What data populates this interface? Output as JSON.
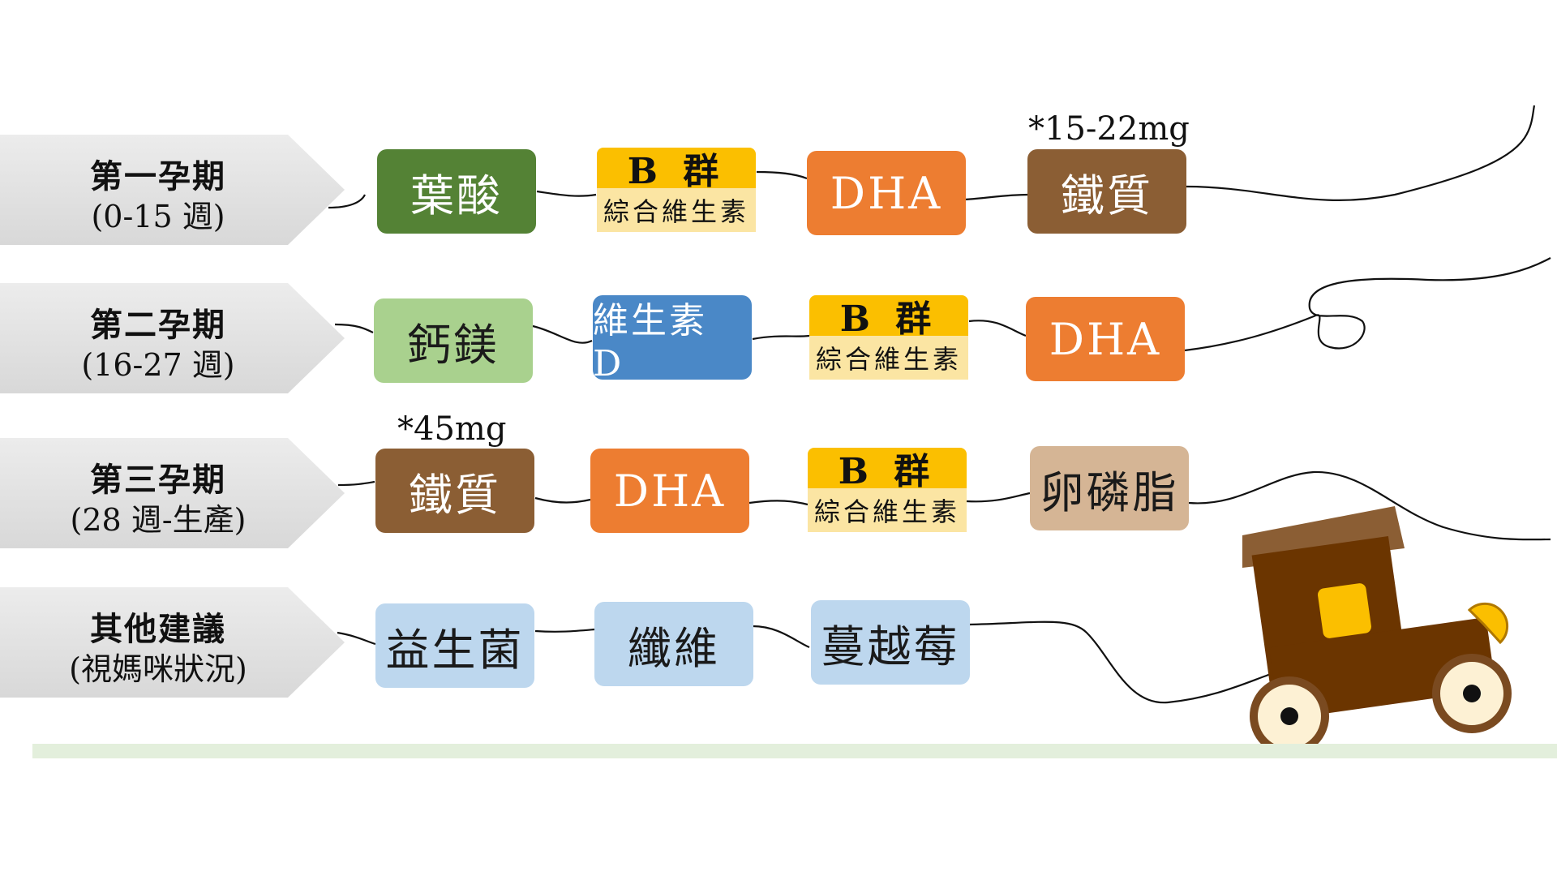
{
  "stages": [
    {
      "name": "第一孕期",
      "weeks": "(0-15 週)"
    },
    {
      "name": "第二孕期",
      "weeks": "(16-27 週)"
    },
    {
      "name": "第三孕期",
      "weeks": "(28 週-生產)"
    },
    {
      "name": "其他建議",
      "weeks": "(視媽咪狀況)"
    }
  ],
  "row1": {
    "folic_acid": "葉酸",
    "b_group": "B 群",
    "multivitamin": "綜合維生素",
    "dha": "DHA",
    "iron": "鐵質",
    "iron_note": "*15-22mg"
  },
  "row2": {
    "calcium_magnesium": "鈣鎂",
    "vitamin_d": "維生素 D",
    "b_group": "B 群",
    "multivitamin": "綜合維生素",
    "dha": "DHA"
  },
  "row3": {
    "iron": "鐵質",
    "iron_note": "*45mg",
    "dha": "DHA",
    "b_group": "B 群",
    "multivitamin": "綜合維生素",
    "lecithin": "卵磷脂"
  },
  "row4": {
    "probiotics": "益生菌",
    "fiber": "纖維",
    "cranberry": "蔓越莓"
  },
  "colors": {
    "green_dark": "#548235",
    "green_light": "#a9d18e",
    "orange": "#ed7d31",
    "brown": "#8b5e34",
    "blue": "#4a88c7",
    "light_blue": "#bdd7ee",
    "tan": "#d5b595",
    "yellow": "#fbbf00",
    "yellow_light": "#fbe5a3"
  }
}
